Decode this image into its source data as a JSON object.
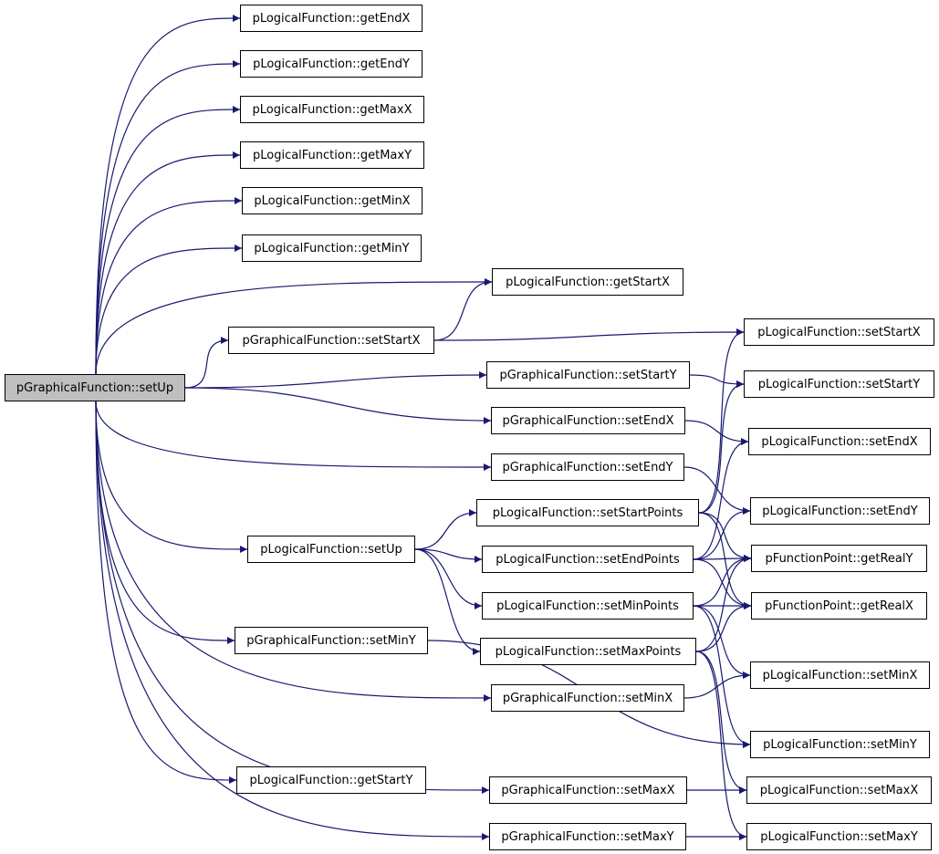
{
  "graph": {
    "edge_color": "#191970",
    "root_fill": "#bfbfbf",
    "nodes": [
      {
        "id": "root",
        "label": "pGraphicalFunction::setUp",
        "root": true
      },
      {
        "id": "getEndX",
        "label": "pLogicalFunction::getEndX"
      },
      {
        "id": "getEndY",
        "label": "pLogicalFunction::getEndY"
      },
      {
        "id": "getMaxX",
        "label": "pLogicalFunction::getMaxX"
      },
      {
        "id": "getMaxY",
        "label": "pLogicalFunction::getMaxY"
      },
      {
        "id": "getMinX",
        "label": "pLogicalFunction::getMinX"
      },
      {
        "id": "getMinY",
        "label": "pLogicalFunction::getMinY"
      },
      {
        "id": "getStartX",
        "label": "pLogicalFunction::getStartX"
      },
      {
        "id": "gSetStartX",
        "label": "pGraphicalFunction::setStartX"
      },
      {
        "id": "lSetStartX",
        "label": "pLogicalFunction::setStartX"
      },
      {
        "id": "gSetStartY",
        "label": "pGraphicalFunction::setStartY"
      },
      {
        "id": "lSetStartY",
        "label": "pLogicalFunction::setStartY"
      },
      {
        "id": "gSetEndX",
        "label": "pGraphicalFunction::setEndX"
      },
      {
        "id": "lSetEndX",
        "label": "pLogicalFunction::setEndX"
      },
      {
        "id": "gSetEndY",
        "label": "pGraphicalFunction::setEndY"
      },
      {
        "id": "lSetEndY",
        "label": "pLogicalFunction::setEndY"
      },
      {
        "id": "setStartPoints",
        "label": "pLogicalFunction::setStartPoints"
      },
      {
        "id": "lSetUp",
        "label": "pLogicalFunction::setUp"
      },
      {
        "id": "setEndPoints",
        "label": "pLogicalFunction::setEndPoints"
      },
      {
        "id": "getRealY",
        "label": "pFunctionPoint::getRealY"
      },
      {
        "id": "setMinPoints",
        "label": "pLogicalFunction::setMinPoints"
      },
      {
        "id": "getRealX",
        "label": "pFunctionPoint::getRealX"
      },
      {
        "id": "gSetMinY",
        "label": "pGraphicalFunction::setMinY"
      },
      {
        "id": "setMaxPoints",
        "label": "pLogicalFunction::setMaxPoints"
      },
      {
        "id": "lSetMinX",
        "label": "pLogicalFunction::setMinX"
      },
      {
        "id": "gSetMinX",
        "label": "pGraphicalFunction::setMinX"
      },
      {
        "id": "lSetMinY",
        "label": "pLogicalFunction::setMinY"
      },
      {
        "id": "getStartY",
        "label": "pLogicalFunction::getStartY"
      },
      {
        "id": "gSetMaxX",
        "label": "pGraphicalFunction::setMaxX"
      },
      {
        "id": "lSetMaxX",
        "label": "pLogicalFunction::setMaxX"
      },
      {
        "id": "gSetMaxY",
        "label": "pGraphicalFunction::setMaxY"
      },
      {
        "id": "lSetMaxY",
        "label": "pLogicalFunction::setMaxY"
      }
    ],
    "edges": [
      [
        "root",
        "getEndX"
      ],
      [
        "root",
        "getEndY"
      ],
      [
        "root",
        "getMaxX"
      ],
      [
        "root",
        "getMaxY"
      ],
      [
        "root",
        "getMinX"
      ],
      [
        "root",
        "getMinY"
      ],
      [
        "root",
        "getStartX"
      ],
      [
        "root",
        "gSetStartX"
      ],
      [
        "root",
        "gSetStartY"
      ],
      [
        "root",
        "gSetEndX"
      ],
      [
        "root",
        "gSetEndY"
      ],
      [
        "root",
        "lSetUp"
      ],
      [
        "root",
        "gSetMinY"
      ],
      [
        "root",
        "gSetMinX"
      ],
      [
        "root",
        "getStartY"
      ],
      [
        "root",
        "gSetMaxX"
      ],
      [
        "root",
        "gSetMaxY"
      ],
      [
        "gSetStartX",
        "getStartX"
      ],
      [
        "gSetStartX",
        "lSetStartX"
      ],
      [
        "gSetStartY",
        "lSetStartY"
      ],
      [
        "gSetEndX",
        "lSetEndX"
      ],
      [
        "gSetEndY",
        "lSetEndY"
      ],
      [
        "lSetUp",
        "setStartPoints"
      ],
      [
        "lSetUp",
        "setEndPoints"
      ],
      [
        "lSetUp",
        "setMinPoints"
      ],
      [
        "lSetUp",
        "setMaxPoints"
      ],
      [
        "setStartPoints",
        "lSetStartX"
      ],
      [
        "setStartPoints",
        "lSetStartY"
      ],
      [
        "setStartPoints",
        "getRealY"
      ],
      [
        "setStartPoints",
        "getRealX"
      ],
      [
        "setEndPoints",
        "lSetEndX"
      ],
      [
        "setEndPoints",
        "lSetEndY"
      ],
      [
        "setEndPoints",
        "getRealY"
      ],
      [
        "setEndPoints",
        "getRealX"
      ],
      [
        "setMinPoints",
        "getRealY"
      ],
      [
        "setMinPoints",
        "getRealX"
      ],
      [
        "setMinPoints",
        "lSetMinX"
      ],
      [
        "setMinPoints",
        "lSetMinY"
      ],
      [
        "setMaxPoints",
        "getRealY"
      ],
      [
        "setMaxPoints",
        "getRealX"
      ],
      [
        "setMaxPoints",
        "lSetMaxX"
      ],
      [
        "setMaxPoints",
        "lSetMaxY"
      ],
      [
        "gSetMinY",
        "lSetMinY"
      ],
      [
        "gSetMinX",
        "lSetMinX"
      ],
      [
        "gSetMaxX",
        "lSetMaxX"
      ],
      [
        "gSetMaxY",
        "lSetMaxY"
      ]
    ]
  }
}
